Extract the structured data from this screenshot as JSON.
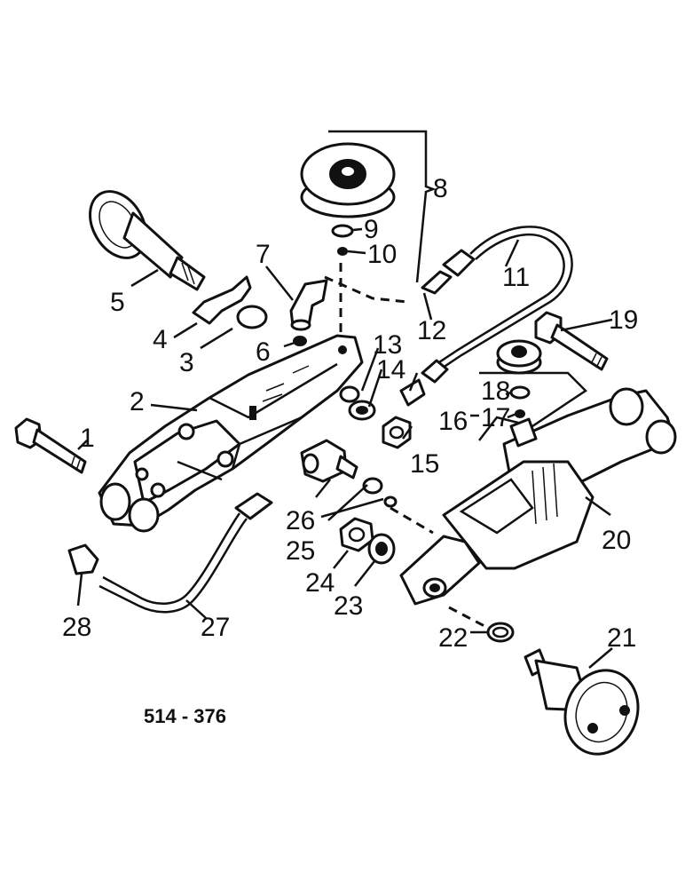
{
  "diagram": {
    "drawing_code": "514 - 376",
    "callouts": [
      "1",
      "2",
      "3",
      "4",
      "5",
      "6",
      "7",
      "8",
      "9",
      "10",
      "11",
      "12",
      "13",
      "14",
      "15",
      "16",
      "17",
      "18",
      "19",
      "20",
      "21",
      "22",
      "23",
      "24",
      "25",
      "26",
      "27",
      "28"
    ]
  }
}
